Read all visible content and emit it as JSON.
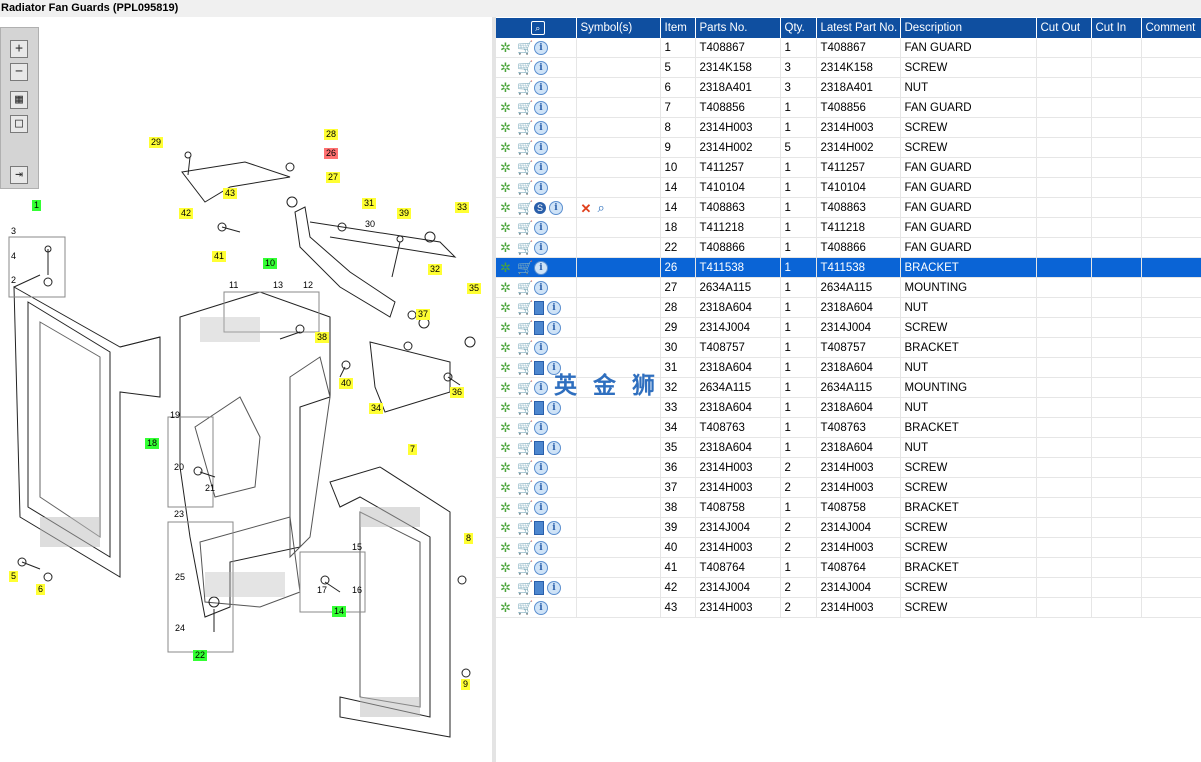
{
  "window": {
    "title": "Radiator Fan Guards (PPL095819)"
  },
  "toolbar": {
    "icons": [
      "zoom-in-icon",
      "zoom-out-icon",
      "fit-all-icon",
      "fit-window-icon",
      "export-icon"
    ]
  },
  "grid": {
    "headers": [
      "",
      "Symbol(s)",
      "Item",
      "Parts No.",
      "Qty.",
      "Latest Part No.",
      "Description",
      "Cut Out",
      "Cut In",
      "Comment"
    ],
    "selected_item": "26",
    "rows": [
      {
        "icons": "gear-cart-info",
        "item": "1",
        "part": "T408867",
        "qty": "1",
        "latest": "T408867",
        "desc": "FAN GUARD"
      },
      {
        "icons": "gear-cart-info",
        "item": "5",
        "part": "2314K158",
        "qty": "3",
        "latest": "2314K158",
        "desc": "SCREW"
      },
      {
        "icons": "gear-cart-info",
        "item": "6",
        "part": "2318A401",
        "qty": "3",
        "latest": "2318A401",
        "desc": "NUT"
      },
      {
        "icons": "gear-cart-info",
        "item": "7",
        "part": "T408856",
        "qty": "1",
        "latest": "T408856",
        "desc": "FAN GUARD"
      },
      {
        "icons": "gear-cart-info",
        "item": "8",
        "part": "2314H003",
        "qty": "1",
        "latest": "2314H003",
        "desc": "SCREW"
      },
      {
        "icons": "gear-cart-info",
        "item": "9",
        "part": "2314H002",
        "qty": "5",
        "latest": "2314H002",
        "desc": "SCREW"
      },
      {
        "icons": "gear-cart-info",
        "item": "10",
        "part": "T411257",
        "qty": "1",
        "latest": "T411257",
        "desc": "FAN GUARD"
      },
      {
        "icons": "gear-cart-info",
        "item": "14",
        "part": "T410104",
        "qty": "1",
        "latest": "T410104",
        "desc": "FAN GUARD"
      },
      {
        "icons": "gear-cart-s-info-x-search",
        "item": "14",
        "part": "T408863",
        "qty": "1",
        "latest": "T408863",
        "desc": "FAN GUARD"
      },
      {
        "icons": "gear-cart-info",
        "item": "18",
        "part": "T411218",
        "qty": "1",
        "latest": "T411218",
        "desc": "FAN GUARD"
      },
      {
        "icons": "gear-cart-info",
        "item": "22",
        "part": "T408866",
        "qty": "1",
        "latest": "T408866",
        "desc": "FAN GUARD"
      },
      {
        "icons": "gear-cart-info",
        "item": "26",
        "part": "T411538",
        "qty": "1",
        "latest": "T411538",
        "desc": "BRACKET"
      },
      {
        "icons": "gear-cart-info",
        "item": "27",
        "part": "2634A115",
        "qty": "1",
        "latest": "2634A115",
        "desc": "MOUNTING"
      },
      {
        "icons": "gear-cart-book-info",
        "item": "28",
        "part": "2318A604",
        "qty": "1",
        "latest": "2318A604",
        "desc": "NUT"
      },
      {
        "icons": "gear-cart-book-info",
        "item": "29",
        "part": "2314J004",
        "qty": "1",
        "latest": "2314J004",
        "desc": "SCREW"
      },
      {
        "icons": "gear-cart-info",
        "item": "30",
        "part": "T408757",
        "qty": "1",
        "latest": "T408757",
        "desc": "BRACKET"
      },
      {
        "icons": "gear-cart-book-info",
        "item": "31",
        "part": "2318A604",
        "qty": "1",
        "latest": "2318A604",
        "desc": "NUT"
      },
      {
        "icons": "gear-cart-info",
        "item": "32",
        "part": "2634A115",
        "qty": "1",
        "latest": "2634A115",
        "desc": "MOUNTING"
      },
      {
        "icons": "gear-cart-book-info",
        "item": "33",
        "part": "2318A604",
        "qty": "1",
        "latest": "2318A604",
        "desc": "NUT"
      },
      {
        "icons": "gear-cart-info",
        "item": "34",
        "part": "T408763",
        "qty": "1",
        "latest": "T408763",
        "desc": "BRACKET"
      },
      {
        "icons": "gear-cart-book-info",
        "item": "35",
        "part": "2318A604",
        "qty": "1",
        "latest": "2318A604",
        "desc": "NUT"
      },
      {
        "icons": "gear-cart-info",
        "item": "36",
        "part": "2314H003",
        "qty": "2",
        "latest": "2314H003",
        "desc": "SCREW"
      },
      {
        "icons": "gear-cart-info",
        "item": "37",
        "part": "2314H003",
        "qty": "2",
        "latest": "2314H003",
        "desc": "SCREW"
      },
      {
        "icons": "gear-cart-info",
        "item": "38",
        "part": "T408758",
        "qty": "1",
        "latest": "T408758",
        "desc": "BRACKET"
      },
      {
        "icons": "gear-cart-book-info",
        "item": "39",
        "part": "2314J004",
        "qty": "2",
        "latest": "2314J004",
        "desc": "SCREW"
      },
      {
        "icons": "gear-cart-info",
        "item": "40",
        "part": "2314H003",
        "qty": "2",
        "latest": "2314H003",
        "desc": "SCREW"
      },
      {
        "icons": "gear-cart-info",
        "item": "41",
        "part": "T408764",
        "qty": "1",
        "latest": "T408764",
        "desc": "BRACKET"
      },
      {
        "icons": "gear-cart-book-info",
        "item": "42",
        "part": "2314J004",
        "qty": "2",
        "latest": "2314J004",
        "desc": "SCREW"
      },
      {
        "icons": "gear-cart-info",
        "item": "43",
        "part": "2314H003",
        "qty": "2",
        "latest": "2314H003",
        "desc": "SCREW"
      }
    ]
  },
  "callouts": [
    {
      "t": "29",
      "c": "y"
    },
    {
      "t": "28",
      "c": "y"
    },
    {
      "t": "26",
      "c": "r"
    },
    {
      "t": "27",
      "c": "y"
    },
    {
      "t": "43",
      "c": "y"
    },
    {
      "t": "42",
      "c": "y"
    },
    {
      "t": "31",
      "c": "y"
    },
    {
      "t": "33",
      "c": "y"
    },
    {
      "t": "39",
      "c": "y"
    },
    {
      "t": "30",
      "c": "plain"
    },
    {
      "t": "41",
      "c": "y"
    },
    {
      "t": "1",
      "c": "g"
    },
    {
      "t": "3",
      "c": "plain"
    },
    {
      "t": "4",
      "c": "plain"
    },
    {
      "t": "2",
      "c": "plain"
    },
    {
      "t": "10",
      "c": "g"
    },
    {
      "t": "11",
      "c": "plain"
    },
    {
      "t": "13",
      "c": "plain"
    },
    {
      "t": "12",
      "c": "plain"
    },
    {
      "t": "32",
      "c": "y"
    },
    {
      "t": "35",
      "c": "y"
    },
    {
      "t": "37",
      "c": "y"
    },
    {
      "t": "38",
      "c": "y"
    },
    {
      "t": "40",
      "c": "y"
    },
    {
      "t": "36",
      "c": "y"
    },
    {
      "t": "34",
      "c": "y"
    },
    {
      "t": "19",
      "c": "plain"
    },
    {
      "t": "18",
      "c": "g"
    },
    {
      "t": "20",
      "c": "plain"
    },
    {
      "t": "21",
      "c": "plain"
    },
    {
      "t": "7",
      "c": "y"
    },
    {
      "t": "23",
      "c": "plain"
    },
    {
      "t": "15",
      "c": "plain"
    },
    {
      "t": "17",
      "c": "plain"
    },
    {
      "t": "16",
      "c": "plain"
    },
    {
      "t": "14",
      "c": "g"
    },
    {
      "t": "25",
      "c": "plain"
    },
    {
      "t": "24",
      "c": "plain"
    },
    {
      "t": "22",
      "c": "g"
    },
    {
      "t": "5",
      "c": "y"
    },
    {
      "t": "6",
      "c": "y"
    },
    {
      "t": "8",
      "c": "y"
    },
    {
      "t": "9",
      "c": "y"
    }
  ],
  "watermark": "英 金 狮",
  "colors": {
    "header_bg": "#0f4fa0",
    "selected_bg": "#0a64d6",
    "callout_yellow": "#ffff33",
    "callout_green": "#33ff33",
    "callout_red": "#ff7070"
  }
}
